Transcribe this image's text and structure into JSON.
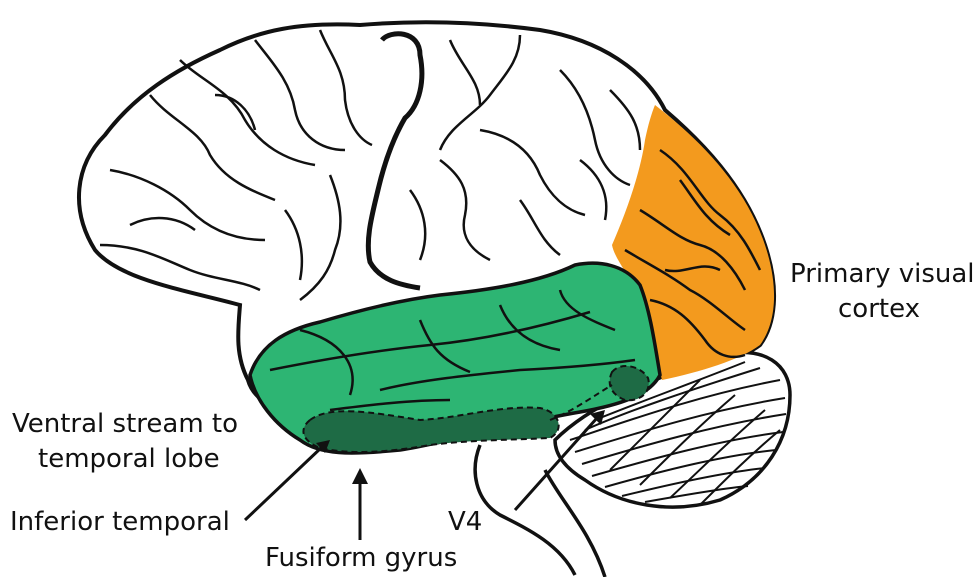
{
  "labels": {
    "primary_visual_line1": "Primary visual",
    "primary_visual_line2": "cortex",
    "ventral_line1": "Ventral stream to",
    "ventral_line2": "temporal lobe",
    "inferior_temporal": "Inferior temporal",
    "fusiform": "Fusiform gyrus",
    "v4": "V4"
  },
  "colors": {
    "visual_cortex": "#F39A1E",
    "ventral_stream": "#2DB573",
    "pathway": "#1E6B45",
    "outline": "#111111"
  }
}
